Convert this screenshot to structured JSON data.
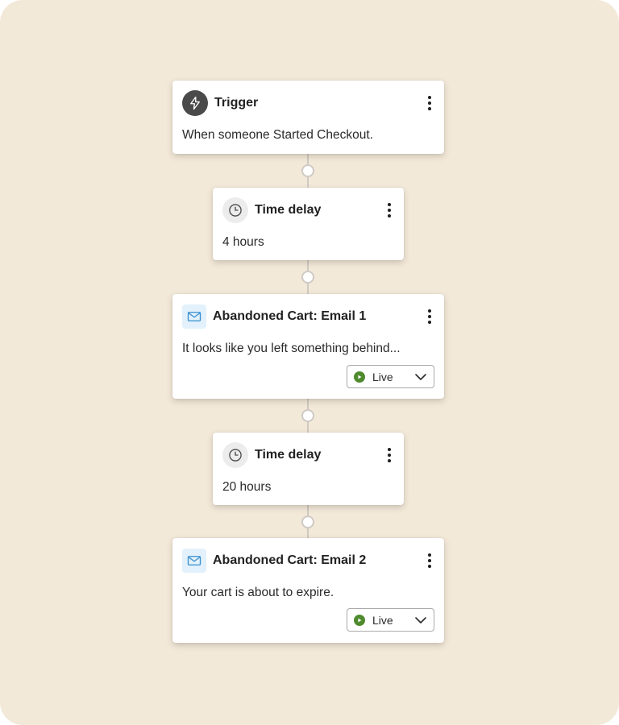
{
  "colors": {
    "background": "#f3e9d9",
    "live_accent": "#4f8a2e",
    "mail_icon": "#3a8fd0"
  },
  "flow": {
    "trigger": {
      "title": "Trigger",
      "description": "When someone Started Checkout.",
      "icon": "lightning-icon"
    },
    "delay_1": {
      "title": "Time delay",
      "value": "4 hours",
      "icon": "clock-icon"
    },
    "email_1": {
      "title": "Abandoned Cart: Email 1",
      "preview": "It looks like you left something behind...",
      "status": "Live",
      "icon": "mail-icon"
    },
    "delay_2": {
      "title": "Time delay",
      "value": "20 hours",
      "icon": "clock-icon"
    },
    "email_2": {
      "title": "Abandoned Cart: Email 2",
      "preview": "Your cart is about to expire.",
      "status": "Live",
      "icon": "mail-icon"
    }
  }
}
